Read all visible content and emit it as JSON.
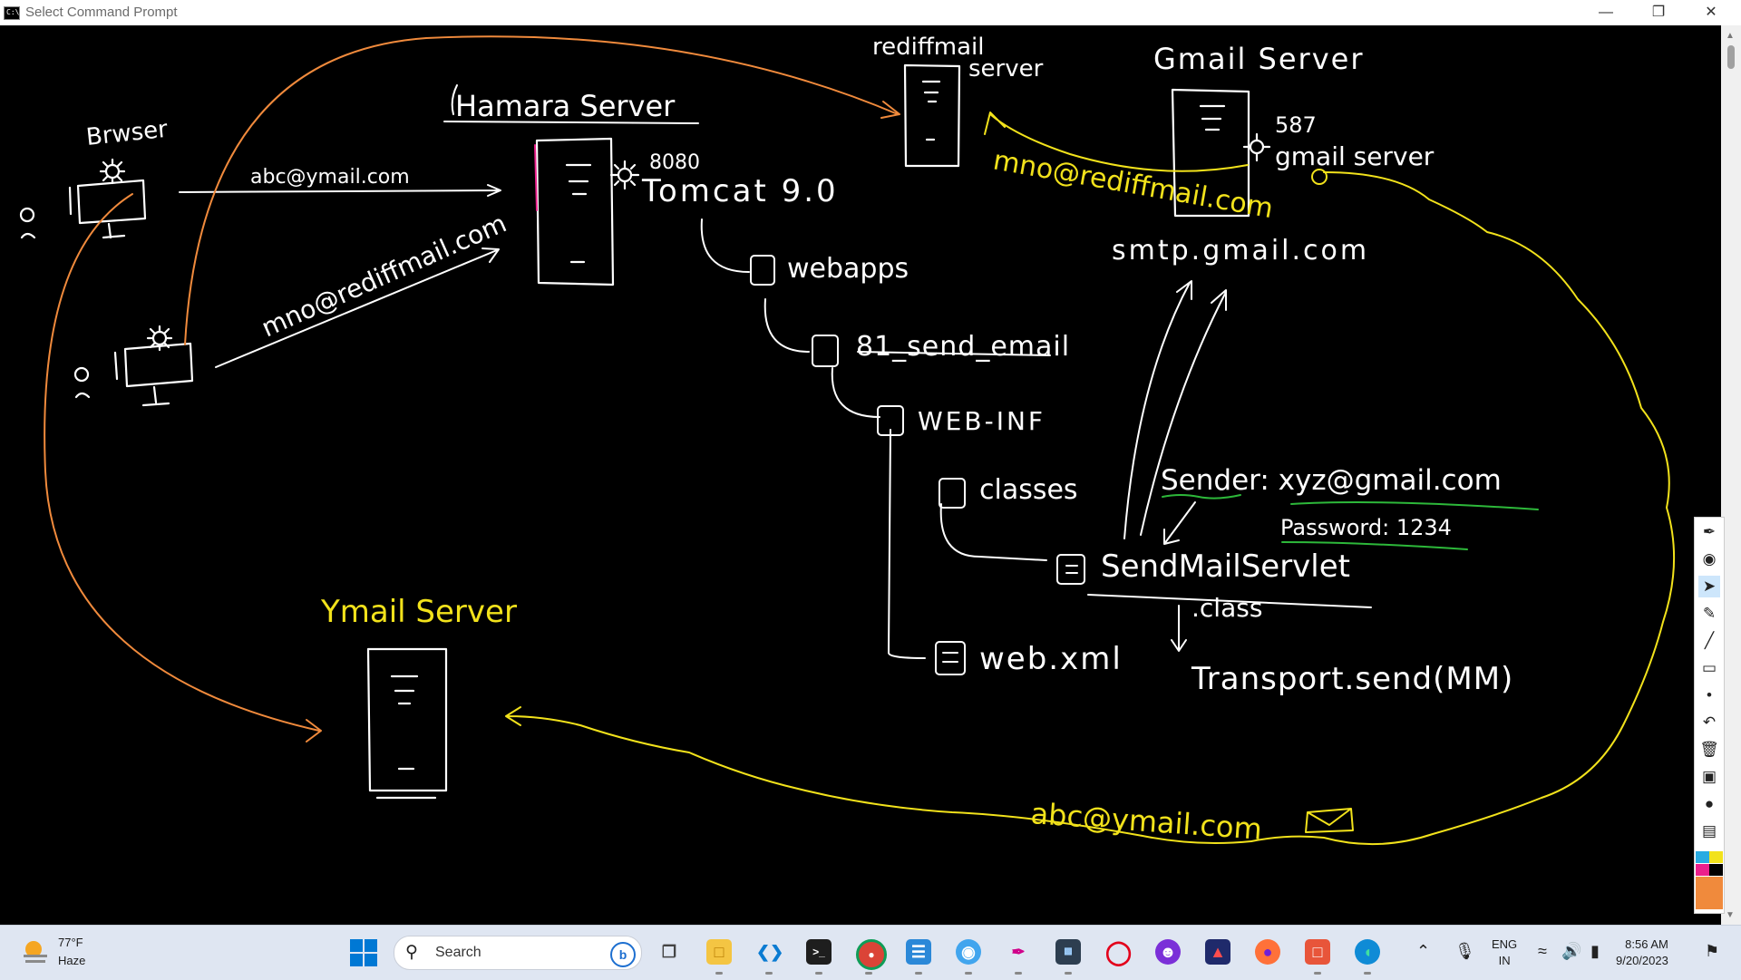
{
  "window": {
    "title": "Select Command Prompt",
    "icon_label": "C:\\",
    "controls": [
      "minimize-icon",
      "restore-icon",
      "close-icon"
    ]
  },
  "board": {
    "labels": {
      "browser": "Brwser",
      "hamara_server": "Hamara Server",
      "port_8080": "8080",
      "tomcat": "Tomcat 9.0",
      "rediffmail_server_1": "rediffmail",
      "rediffmail_server_2": "server",
      "gmail_server_title": "Gmail Server",
      "port_587": "587",
      "gmail_server_side": "gmail server",
      "smtp": "smtp.gmail.com",
      "webapps": "webapps",
      "send_email": "81_send_email",
      "web_inf": "WEB-INF",
      "classes": "classes",
      "servlet": "SendMailServlet",
      "class_ext": ".class",
      "web_xml": "web.xml",
      "sender": "Sender: xyz@gmail.com",
      "password": "Password: 1234",
      "transport": "Transport.send(MM)",
      "ymail_server": "Ymail Server",
      "abc_email_top": "abc@ymail.com",
      "mno_email": "mno@rediffmail.com",
      "mno_yellow": "mno@rediffmail.com",
      "abc_email_bottom": "abc@ymail.com"
    },
    "ink_colors": {
      "white": "#ffffff",
      "orange": "#f08a3c",
      "yellow": "#f2e21b",
      "green": "#2db83a"
    }
  },
  "tools": [
    "pen-icon",
    "eye-icon",
    "cursor-icon",
    "highlighter-icon",
    "line-icon",
    "eraser-icon",
    "dot-icon",
    "undo-icon",
    "trash-icon",
    "screen-icon",
    "camera-icon",
    "clipboard-icon"
  ],
  "palette": [
    "#29abe2",
    "#f2e21b",
    "#ec1f8c",
    "#000000",
    "#f08a3c"
  ],
  "taskbar": {
    "weather": {
      "temp": "77°F",
      "desc": "Haze"
    },
    "search_placeholder": "Search",
    "apps": [
      "task-view",
      "file-explorer",
      "vs-code",
      "terminal",
      "chrome",
      "notepad",
      "paint",
      "pen-app",
      "mysql-workbench",
      "opera",
      "game-app",
      "photo-app",
      "firefox",
      "draw-app",
      "edge"
    ],
    "language": {
      "line1": "ENG",
      "line2": "IN"
    },
    "clock": {
      "time": "8:56 AM",
      "date": "9/20/2023"
    }
  }
}
